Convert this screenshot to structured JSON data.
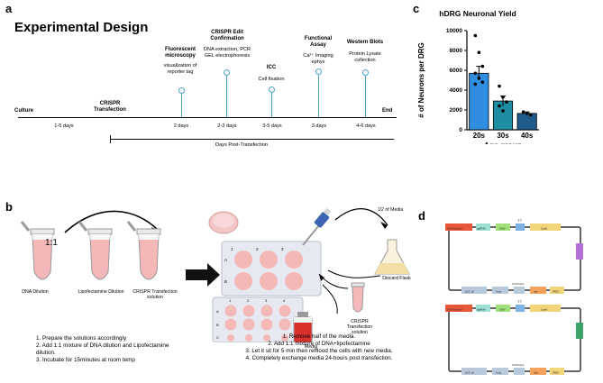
{
  "panels": {
    "a": "a",
    "b": "b",
    "c": "c",
    "d": "d"
  },
  "timeline": {
    "title": "Experimental Design",
    "start_label": "Culture",
    "crispr_label": "CRISPR Transfection",
    "end_label": "End",
    "pre_days": "1-5 days",
    "post_axis_label": "Days Post-Transfection",
    "events": [
      {
        "title": "Fluorescent microscopy",
        "desc": "visualization of reporter tag",
        "days": "2 days"
      },
      {
        "title": "CRISPR Edit Confirmation",
        "desc": "DNA extraction, PCR GEL electrophoresis",
        "days": "2-3 days"
      },
      {
        "title": "ICC",
        "desc": "Cell fixation",
        "days": "3-5 days"
      },
      {
        "title": "Functional Assay",
        "desc": "Ca²⁺ Imaging ephys",
        "days": "3 days"
      },
      {
        "title": "Western Blots",
        "desc": "Protein Lysate collection",
        "days": "4-6 days"
      }
    ]
  },
  "protocol_b": {
    "ratio": "1:1",
    "tubes": [
      "DNA Dilution",
      "Lipofectamine Dilution",
      "CRISPR Transfection solution"
    ],
    "steps_left": [
      "1.  Prepare the solutions accordingly",
      "2.  Add 1:1 mixture of DNA dilution and Lipofectamine dilution.",
      "3.  Incubate for 15minutes at room temp"
    ],
    "media_half": "1/2 of Media",
    "discard": "Discard Flask",
    "crispr_solution": "CRISPR Transfection solution",
    "media": "Media",
    "plate6_cols": [
      "1",
      "2",
      "3"
    ],
    "plate6_rows": [
      "A",
      "B"
    ],
    "plate12_cols": [
      "1",
      "2",
      "3",
      "4"
    ],
    "plate12_rows": [
      "A",
      "B",
      "C"
    ],
    "steps_right": [
      "1.   Remove half of the media.",
      "2.  Add 1:1 mixture of DNA+lipofectamine",
      "3.  Let it sit for 5 min then refflood the cells with new media.",
      "4.  Completely exchange media 24-hours post transfection."
    ]
  },
  "chart_data": {
    "type": "bar",
    "title": "hDRG Neuronal Yield",
    "xlabel": "Age group",
    "ylabel": "# of Neurons per DRG",
    "categories": [
      "20s",
      "30s",
      "40s"
    ],
    "values": [
      5700,
      2900,
      1650
    ],
    "errors": [
      700,
      500,
      150
    ],
    "ylim": [
      0,
      10000
    ],
    "yticks": [
      0,
      2000,
      4000,
      6000,
      8000,
      10000
    ],
    "tick_labels": [
      "0",
      "2000",
      "4000",
      "6000",
      "8000",
      "10000"
    ],
    "colors": [
      "#2f8ee0",
      "#1f8ea3",
      "#1f5a8a"
    ],
    "points": [
      [
        9500,
        7800,
        6400,
        5700,
        5200,
        4800,
        4600
      ],
      [
        4400,
        3300,
        2800,
        2400,
        1900
      ],
      [
        1800,
        1650,
        1500
      ]
    ]
  },
  "plasmids": [
    {
      "elements": [
        "U6 Promoter",
        "sgRNA",
        "CMV",
        "T7",
        "Cas9",
        "pUC ori",
        "Amp",
        "SmR PolyA",
        "neo",
        "IRES"
      ]
    },
    {
      "elements": [
        "U6 Promoter",
        "sgRNA",
        "CMV",
        "T7",
        "Cas9",
        "pUC ori",
        "Amp",
        "SmR PolyA",
        "neo",
        "IRES"
      ]
    }
  ]
}
